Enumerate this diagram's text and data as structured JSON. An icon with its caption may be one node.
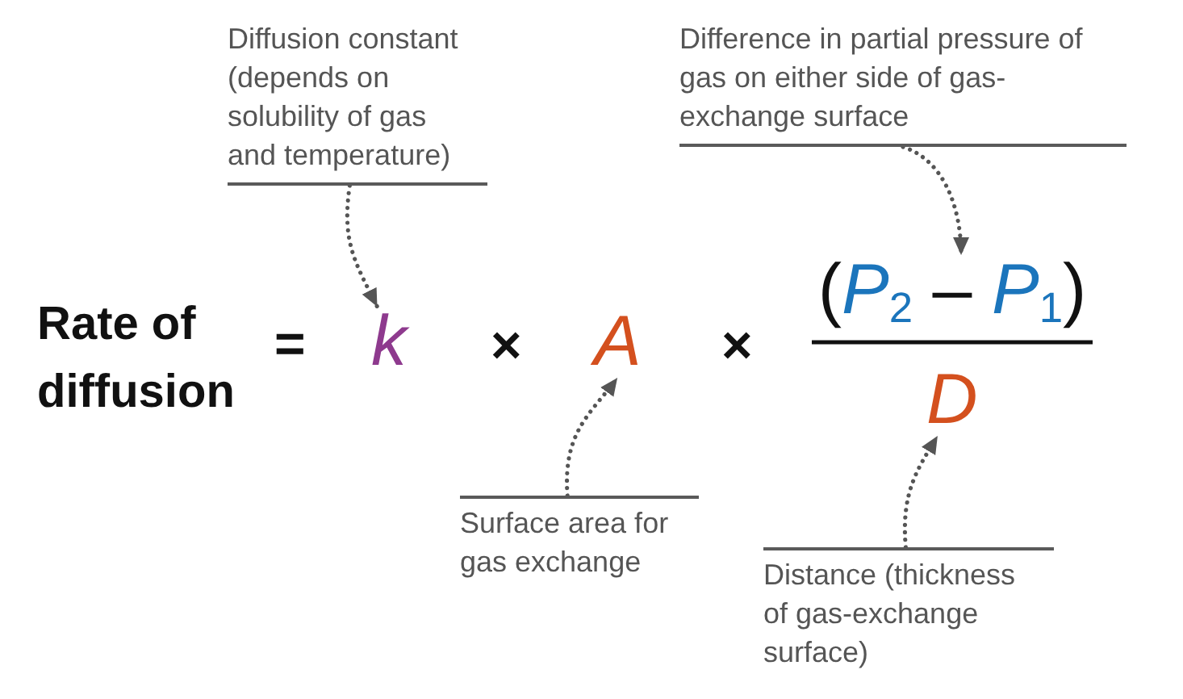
{
  "diagram": {
    "nodes": [
      {
        "text": [
          "Diffusion constant (depends on solubility of gas and temperature)"
        ]
      },
      {
        "text": [
          "Difference in partial pressure of gas on either side of gas-exchange surface"
        ]
      },
      {
        "text": [
          "Rate of diffusion"
        ]
      },
      {
        "text": [
          "k"
        ]
      },
      {
        "text": [
          "A"
        ]
      },
      {
        "text": [
          "(*P*$_{2}$ – *P*$_{1}$)"
        ]
      },
      {
        "text": [
          "D"
        ]
      },
      {
        "text": [
          "Surface area for gas exchange"
        ]
      },
      {
        "text": [
          "Distance (thickness of gas-exchange surface)"
        ]
      }
    ],
    "edges": [
      {
        "from": 0,
        "to": 3,
        "arrow": "to",
        "style": "dashed"
      },
      {
        "from": 1,
        "to": 5,
        "arrow": "to",
        "style": "dashed"
      },
      {
        "from": 7,
        "to": 4,
        "arrow": "to",
        "style": "dashed"
      },
      {
        "from": 8,
        "to": 6,
        "arrow": "to",
        "style": "dashed"
      }
    ],
    "labels": [
      "=",
      "×",
      "×"
    ]
  }
}
